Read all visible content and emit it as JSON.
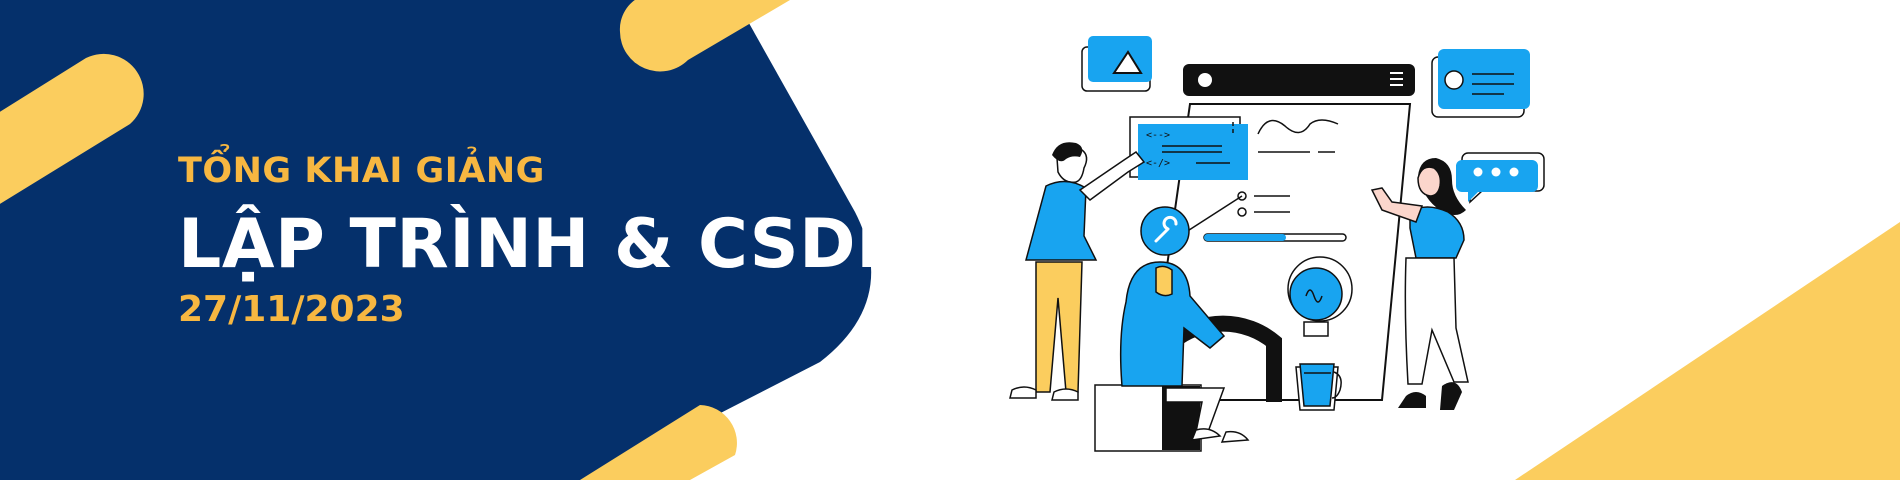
{
  "banner": {
    "kicker": "TỔNG KHAI GIẢNG",
    "title": "LẬP TRÌNH & CSDL",
    "date": "27/11/2023"
  },
  "illustration": {
    "code_open_tag": "<-->",
    "code_close_tag": "<-/>"
  },
  "colors": {
    "navy": "#05306b",
    "yellow": "#fbcd5e",
    "accent_orange": "#f7b741",
    "blue": "#18a4f0",
    "white": "#ffffff",
    "black": "#111111"
  }
}
